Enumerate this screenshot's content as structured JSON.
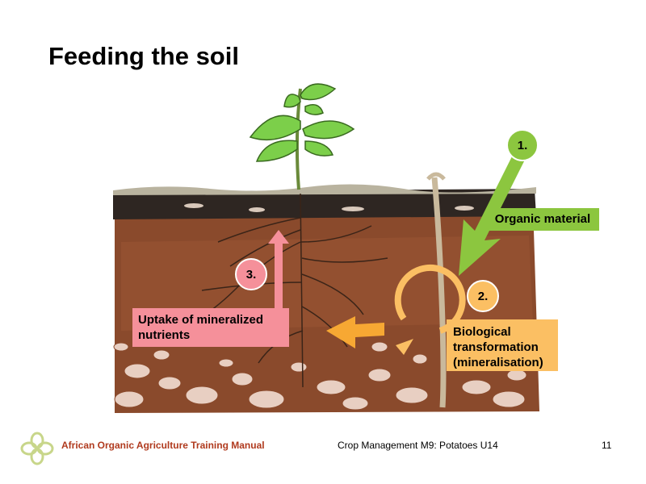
{
  "slide": {
    "title": "Feeding the soil"
  },
  "diagram": {
    "steps": [
      {
        "number": "1.",
        "label": "Organic material"
      },
      {
        "number": "2.",
        "label_lines": [
          "Biological",
          "transformation",
          "(mineralisation)"
        ]
      },
      {
        "number": "3.",
        "label_lines": [
          "Uptake of mineralized",
          "nutrients"
        ]
      }
    ],
    "colors": {
      "step1": "#8cc63f",
      "step2": "#fbbf63",
      "step3": "#f5909a",
      "soil": "#8a4a2c",
      "topsoil": "#2e2622"
    }
  },
  "footer": {
    "manual": "African Organic Agriculture Training Manual",
    "module": "Crop Management M9: Potatoes U14",
    "page": "11",
    "logo_icon": "flower-knot-logo-icon"
  }
}
